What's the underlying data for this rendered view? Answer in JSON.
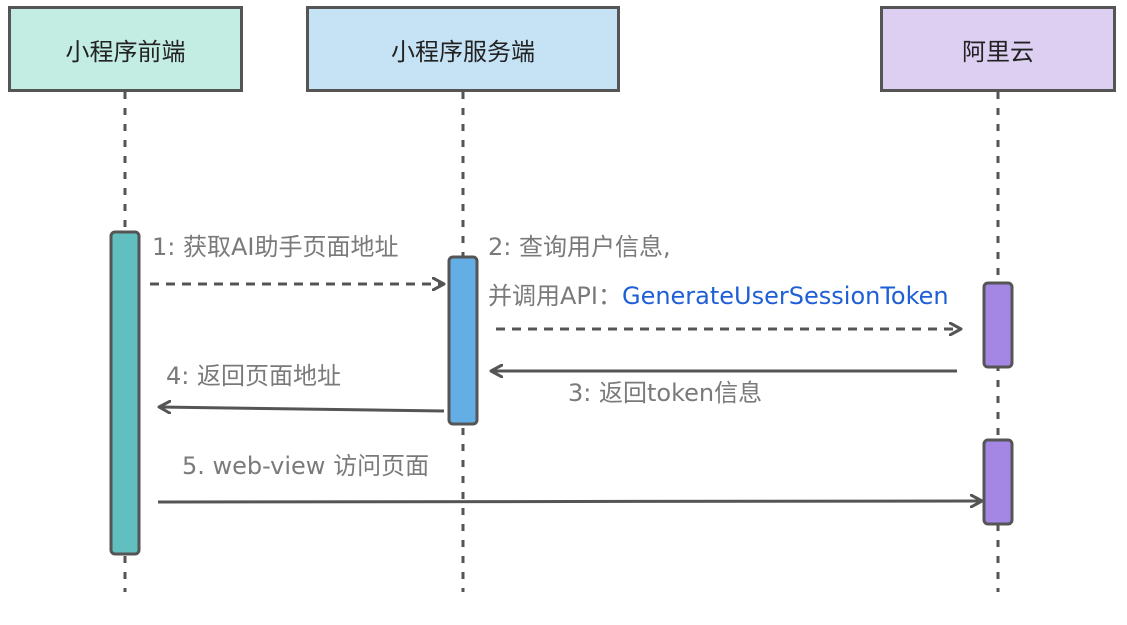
{
  "colors": {
    "line": "#555555",
    "label_text": "#7a7a7a",
    "api_text": "#1f5fd6",
    "frontend_fill": "#c3ece3",
    "server_fill": "#c6e2f5",
    "aliyun_fill": "#dccff2",
    "frontend_bar": "#62bfbf",
    "server_bar": "#64aee6",
    "aliyun_bar": "#a486e4"
  },
  "actors": {
    "frontend": "小程序前端",
    "server": "小程序服务端",
    "aliyun": "阿里云"
  },
  "messages": {
    "m1": "1: 获取AI助手页面地址",
    "m2_line1": "2: 查询用户信息,",
    "m2_line2_prefix": "并调用API：",
    "m2_api_name": "GenerateUserSessionToken",
    "m3": "3: 返回token信息",
    "m4": "4: 返回页面地址",
    "m5": "5. web-view 访问页面"
  }
}
